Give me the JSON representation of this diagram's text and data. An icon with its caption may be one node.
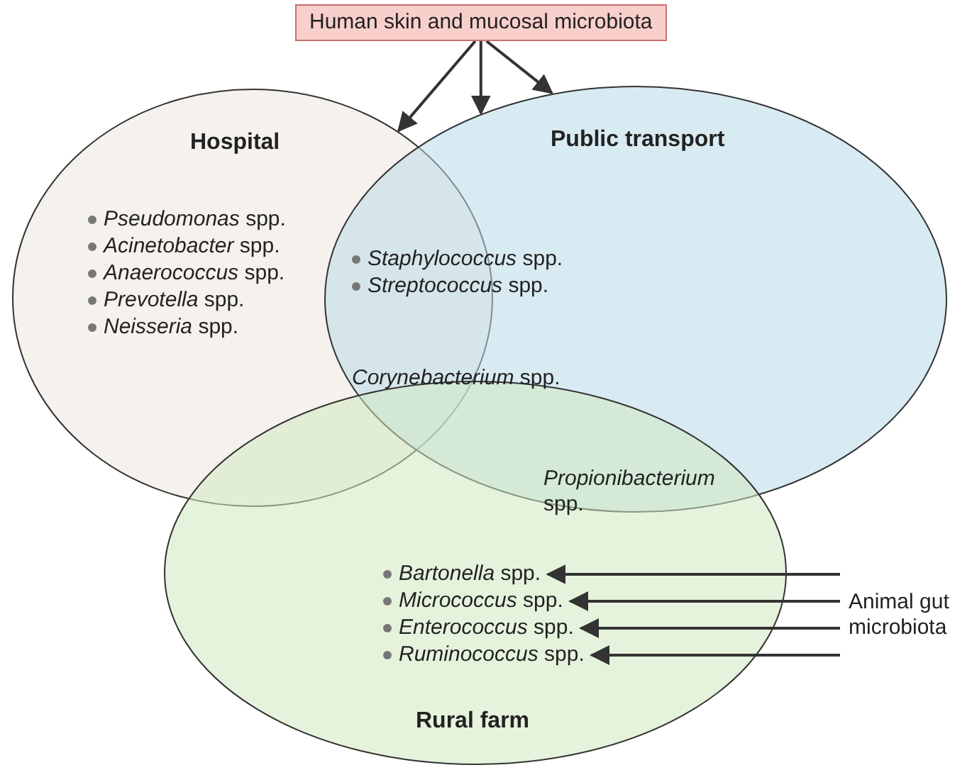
{
  "diagram": {
    "nodes": [
      {
        "text": [
          "Human skin and mucosal microbiota"
        ]
      },
      {
        "text": [
          "Hospital"
        ]
      },
      {
        "text": [
          "Public transport"
        ]
      },
      {
        "text": [
          "Rural farm"
        ]
      },
      {
        "text": [
          "*Bartonella* spp."
        ],
        "in": 3
      },
      {
        "text": [
          "*Micrococcus* spp."
        ],
        "in": 3
      },
      {
        "text": [
          "*Enterococcus* spp."
        ],
        "in": 3
      },
      {
        "text": [
          "*Ruminococcus* spp."
        ],
        "in": 3
      },
      {
        "text": [
          "Animal gut microbiota"
        ]
      }
    ],
    "edges": [
      {
        "from": 0,
        "to": 1,
        "arrow": "to"
      },
      {
        "from": 0,
        "to": 2,
        "arrow": "to"
      },
      {
        "from": 0,
        "to": 2,
        "arrow": "to"
      },
      {
        "from": 8,
        "to": 4,
        "arrow": "to"
      },
      {
        "from": 8,
        "to": 5,
        "arrow": "to"
      },
      {
        "from": 8,
        "to": 6,
        "arrow": "to"
      },
      {
        "from": 8,
        "to": 7,
        "arrow": "to"
      }
    ],
    "labels": [
      "*Pseudomonas* spp.",
      "*Acinetobacter* spp.",
      "*Anaerococcus* spp.",
      "*Prevotella* spp.",
      "*Neisseria* spp.",
      "*Staphylococcus* spp.",
      "*Streptococcus* spp.",
      "*Corynebacterium* spp.",
      "*Propionibacterium* spp."
    ]
  }
}
